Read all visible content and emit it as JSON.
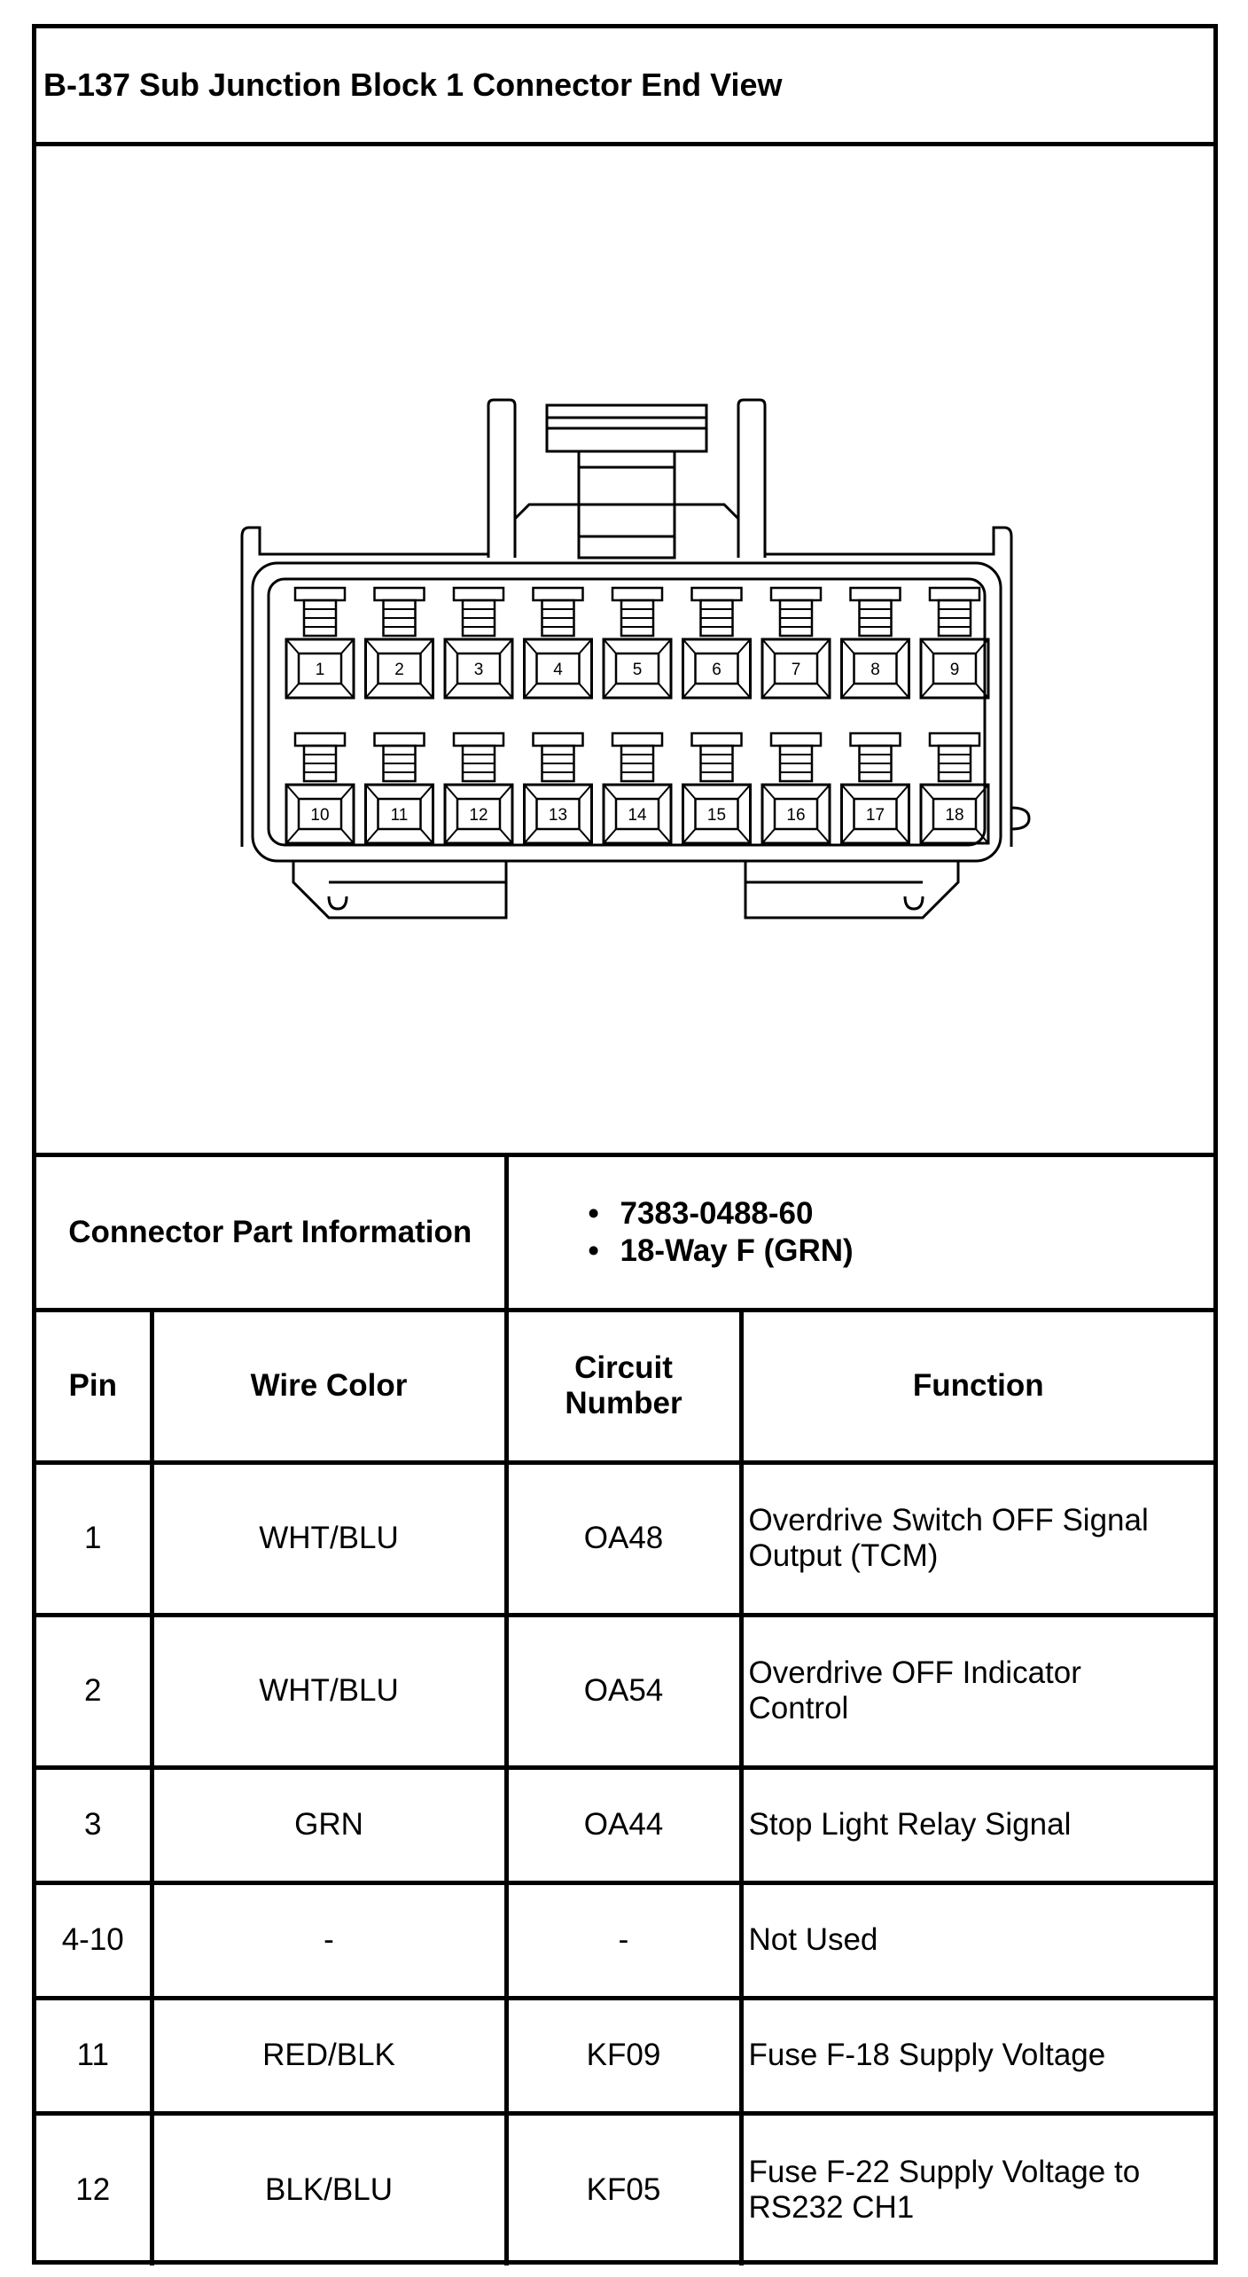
{
  "title": "B-137 Sub Junction Block 1 Connector End View",
  "connector_pins": [
    "1",
    "2",
    "3",
    "4",
    "5",
    "6",
    "7",
    "8",
    "9",
    "10",
    "11",
    "12",
    "13",
    "14",
    "15",
    "16",
    "17",
    "18"
  ],
  "part_info": {
    "label": "Connector Part Information",
    "values": [
      "7383-0488-60",
      "18-Way F (GRN)"
    ]
  },
  "table": {
    "headers": {
      "pin": "Pin",
      "wire_color": "Wire Color",
      "circuit_line1": "Circuit",
      "circuit_line2": "Number",
      "function": "Function"
    },
    "rows": [
      {
        "pin": "1",
        "wire_color": "WHT/BLU",
        "circuit": "OA48",
        "function_line1": "Overdrive Switch OFF Signal",
        "function_line2": "Output (TCM)"
      },
      {
        "pin": "2",
        "wire_color": "WHT/BLU",
        "circuit": "OA54",
        "function_line1": "Overdrive OFF Indicator",
        "function_line2": "Control"
      },
      {
        "pin": "3",
        "wire_color": "GRN",
        "circuit": "OA44",
        "function_line1": "Stop Light Relay Signal",
        "function_line2": ""
      },
      {
        "pin": "4-10",
        "wire_color": "-",
        "circuit": "-",
        "function_line1": "Not Used",
        "function_line2": ""
      },
      {
        "pin": "11",
        "wire_color": "RED/BLK",
        "circuit": "KF09",
        "function_line1": "Fuse F-18 Supply Voltage",
        "function_line2": ""
      },
      {
        "pin": "12",
        "wire_color": "BLK/BLU",
        "circuit": "KF05",
        "function_line1": "Fuse F-22 Supply Voltage to",
        "function_line2": "RS232 CH1"
      }
    ]
  }
}
